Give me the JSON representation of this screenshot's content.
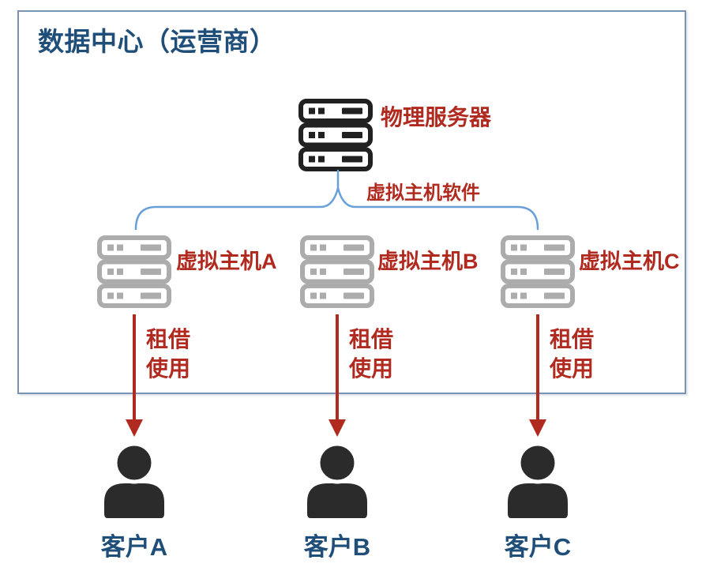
{
  "colors": {
    "navy": "#1F4E79",
    "red": "#B12A20",
    "brace_blue": "#69A0D8",
    "box_border": "#7A93B2",
    "server_black": "#212121",
    "server_gray": "#ACACAC",
    "person_dark": "#2B2B2B"
  },
  "diagram": {
    "title": "数据中心（运营商）",
    "physical_server_label": "物理服务器",
    "virtualization_label": "虚拟主机软件",
    "columns": [
      {
        "vm_label": "虚拟主机A",
        "rent_label": "租借\n使用",
        "customer_label": "客户A"
      },
      {
        "vm_label": "虚拟主机B",
        "rent_label": "租借\n使用",
        "customer_label": "客户B"
      },
      {
        "vm_label": "虚拟主机C",
        "rent_label": "租借\n使用",
        "customer_label": "客户C"
      }
    ]
  }
}
